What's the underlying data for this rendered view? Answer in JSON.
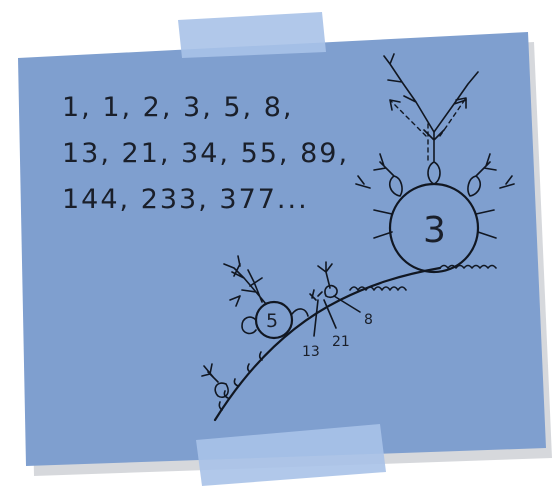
{
  "sequence": {
    "line1": "1, 1, 2, 3, 5, 8,",
    "line2": "13, 21, 34, 55, 89,",
    "line3": "144, 233, 377..."
  },
  "bulbs": {
    "big_label": "3",
    "medium_label": "5",
    "label_8": "8",
    "label_13": "13",
    "label_21": "21"
  },
  "colors": {
    "paper": "#7f9fcf",
    "tape": "#a8c2e8",
    "ink": "#111722"
  }
}
